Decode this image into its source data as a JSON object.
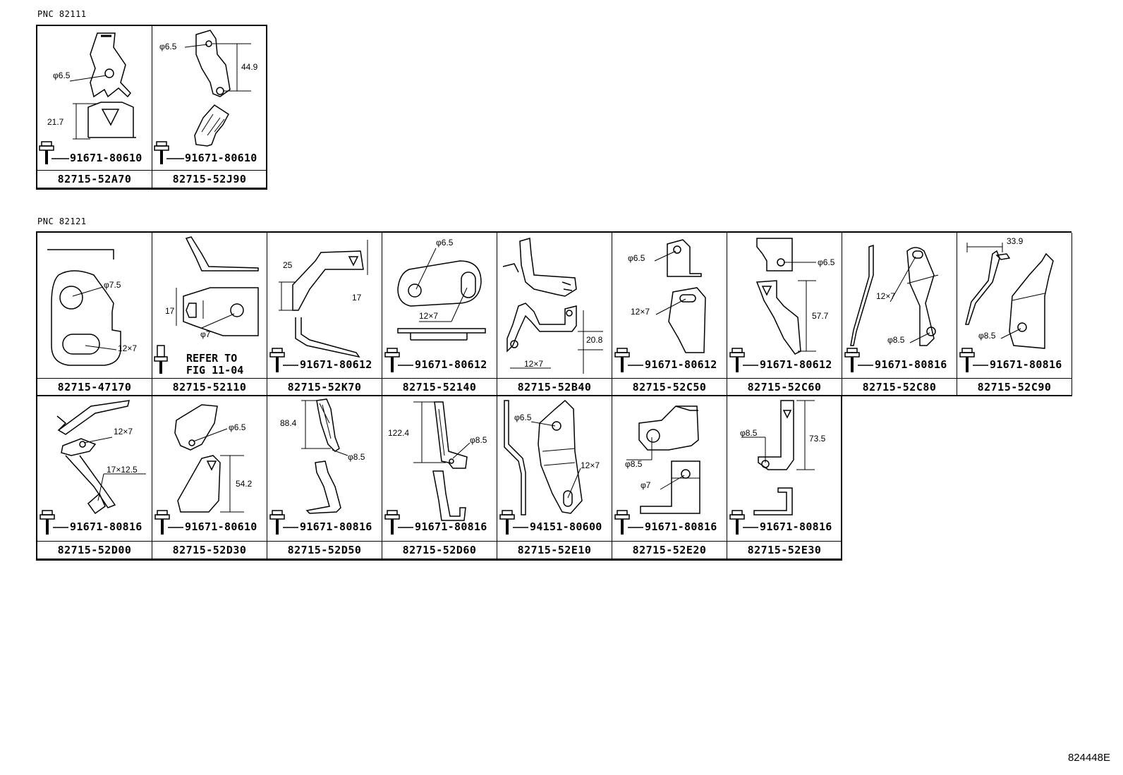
{
  "groups": [
    {
      "pnc": "PNC 82111",
      "cells": [
        {
          "part": "82715-52A70",
          "bolt": "91671-80610",
          "dims": [
            "φ6.5",
            "21.7"
          ]
        },
        {
          "part": "82715-52J90",
          "bolt": "91671-80610",
          "dims": [
            "φ6.5",
            "44.9"
          ]
        }
      ]
    },
    {
      "pnc": "PNC 82121",
      "rows": [
        [
          {
            "part": "82715-47170",
            "bolt": "",
            "dims": [
              "φ7.5",
              "12×7"
            ]
          },
          {
            "part": "82715-52110",
            "bolt": "",
            "note": "REFER TO\nFIG 11-04",
            "dims": [
              "17",
              "φ7"
            ]
          },
          {
            "part": "82715-52K70",
            "bolt": "91671-80612",
            "dims": [
              "25",
              "17"
            ]
          },
          {
            "part": "82715-52140",
            "bolt": "91671-80612",
            "dims": [
              "φ6.5",
              "12×7"
            ]
          },
          {
            "part": "82715-52B40",
            "bolt": "",
            "dims": [
              "20.8",
              "12×7"
            ]
          },
          {
            "part": "82715-52C50",
            "bolt": "91671-80612",
            "dims": [
              "φ6.5",
              "12×7"
            ]
          },
          {
            "part": "82715-52C60",
            "bolt": "91671-80612",
            "dims": [
              "φ6.5",
              "57.7"
            ]
          },
          {
            "part": "82715-52C80",
            "bolt": "91671-80816",
            "dims": [
              "12×7",
              "φ8.5"
            ]
          },
          {
            "part": "82715-52C90",
            "bolt": "91671-80816",
            "dims": [
              "33.9",
              "φ8.5"
            ]
          }
        ],
        [
          {
            "part": "82715-52D00",
            "bolt": "91671-80816",
            "dims": [
              "12×7",
              "17×12.5"
            ]
          },
          {
            "part": "82715-52D30",
            "bolt": "91671-80610",
            "dims": [
              "φ6.5",
              "54.2"
            ]
          },
          {
            "part": "82715-52D50",
            "bolt": "91671-80816",
            "dims": [
              "88.4",
              "φ8.5"
            ]
          },
          {
            "part": "82715-52D60",
            "bolt": "91671-80816",
            "dims": [
              "122.4",
              "φ8.5"
            ]
          },
          {
            "part": "82715-52E10",
            "bolt": "94151-80600",
            "dims": [
              "φ6.5",
              "12×7"
            ]
          },
          {
            "part": "82715-52E20",
            "bolt": "91671-80816",
            "dims": [
              "φ8.5",
              "φ7"
            ]
          },
          {
            "part": "82715-52E30",
            "bolt": "91671-80816",
            "dims": [
              "φ8.5",
              "73.5"
            ]
          }
        ]
      ]
    }
  ],
  "figure_code": "824448E"
}
